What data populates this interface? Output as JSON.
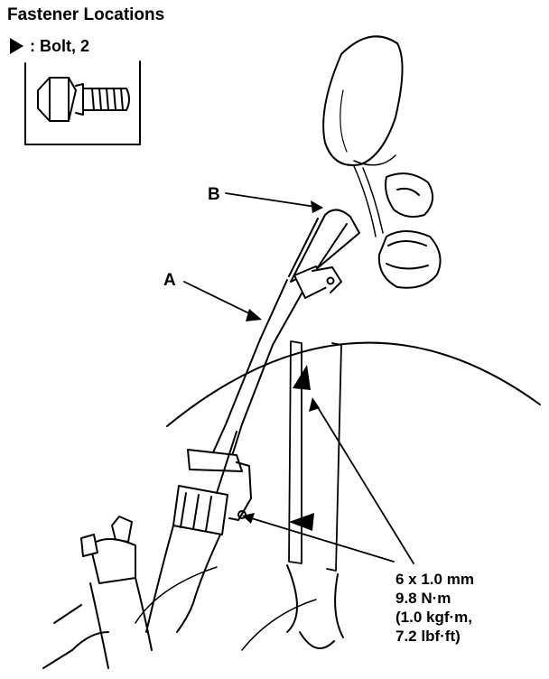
{
  "title": "Fastener Locations",
  "legend": {
    "symbol": "filled-triangle-pointer",
    "label": ": Bolt, 2"
  },
  "callouts": {
    "a": "A",
    "b": "B"
  },
  "spec": {
    "line1": "6 x 1.0 mm",
    "line2": "9.8 N·m",
    "line3": "(1.0 kgf·m,",
    "line4": "7.2 lbf·ft)"
  }
}
